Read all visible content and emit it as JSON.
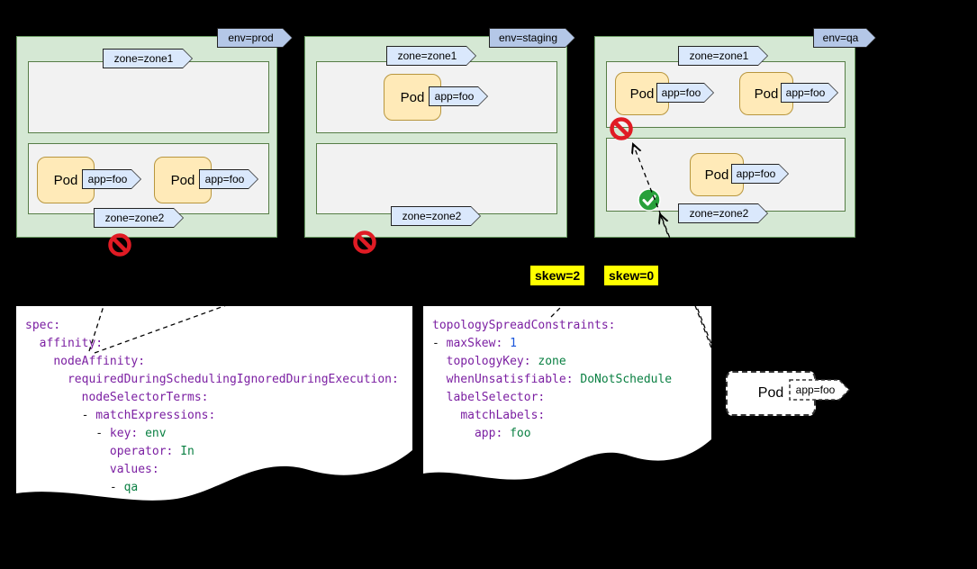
{
  "diagram": {
    "nodes": [
      {
        "env_label": "env=prod",
        "zones": [
          {
            "label": "zone=zone1",
            "pods": []
          },
          {
            "label": "zone=zone2",
            "pods": [
              {
                "name": "Pod",
                "app_label": "app=foo"
              },
              {
                "name": "Pod",
                "app_label": "app=foo"
              }
            ]
          }
        ],
        "verdict_icon": "prohibition-icon"
      },
      {
        "env_label": "env=staging",
        "zones": [
          {
            "label": "zone=zone1",
            "pods": [
              {
                "name": "Pod",
                "app_label": "app=foo"
              }
            ]
          },
          {
            "label": "zone=zone2",
            "pods": []
          }
        ],
        "verdict_icon": "prohibition-icon"
      },
      {
        "env_label": "env=qa",
        "zones": [
          {
            "label": "zone=zone1",
            "pods": [
              {
                "name": "Pod",
                "app_label": "app=foo"
              },
              {
                "name": "Pod",
                "app_label": "app=foo"
              }
            ],
            "verdict_icon": "prohibition-icon"
          },
          {
            "label": "zone=zone2",
            "pods": [
              {
                "name": "Pod",
                "app_label": "app=foo"
              }
            ],
            "verdict_icon": "check-icon"
          }
        ]
      }
    ],
    "skew_labels": [
      "skew=2",
      "skew=0"
    ],
    "pending_pod": {
      "name": "Pod",
      "app_label": "app=foo"
    }
  },
  "documents": [
    {
      "name": "node-affinity-yaml",
      "lines": [
        [
          [
            "k",
            "spec:"
          ]
        ],
        [
          [
            "p",
            "  "
          ],
          [
            "k",
            "affinity:"
          ]
        ],
        [
          [
            "p",
            "    "
          ],
          [
            "k",
            "nodeAffinity:"
          ]
        ],
        [
          [
            "p",
            "      "
          ],
          [
            "k",
            "requiredDuringSchedulingIgnoredDuringExecution:"
          ]
        ],
        [
          [
            "p",
            "        "
          ],
          [
            "k",
            "nodeSelectorTerms:"
          ]
        ],
        [
          [
            "p",
            "        - "
          ],
          [
            "k",
            "matchExpressions:"
          ]
        ],
        [
          [
            "p",
            "          - "
          ],
          [
            "k",
            "key:"
          ],
          [
            "p",
            " "
          ],
          [
            "v",
            "env"
          ]
        ],
        [
          [
            "p",
            "            "
          ],
          [
            "k",
            "operator:"
          ],
          [
            "p",
            " "
          ],
          [
            "v",
            "In"
          ]
        ],
        [
          [
            "p",
            "            "
          ],
          [
            "k",
            "values:"
          ]
        ],
        [
          [
            "p",
            "            - "
          ],
          [
            "v",
            "qa"
          ]
        ]
      ]
    },
    {
      "name": "topology-spread-yaml",
      "lines": [
        [
          [
            "k",
            "topologySpreadConstraints:"
          ]
        ],
        [
          [
            "p",
            "- "
          ],
          [
            "k",
            "maxSkew:"
          ],
          [
            "p",
            " "
          ],
          [
            "n",
            "1"
          ]
        ],
        [
          [
            "p",
            "  "
          ],
          [
            "k",
            "topologyKey:"
          ],
          [
            "p",
            " "
          ],
          [
            "v",
            "zone"
          ]
        ],
        [
          [
            "p",
            "  "
          ],
          [
            "k",
            "whenUnsatisfiable:"
          ],
          [
            "p",
            " "
          ],
          [
            "v",
            "DoNotSchedule"
          ]
        ],
        [
          [
            "p",
            "  "
          ],
          [
            "k",
            "labelSelector:"
          ]
        ],
        [
          [
            "p",
            "    "
          ],
          [
            "k",
            "matchLabels:"
          ]
        ],
        [
          [
            "p",
            "      "
          ],
          [
            "k",
            "app:"
          ],
          [
            "p",
            " "
          ],
          [
            "v",
            "foo"
          ]
        ]
      ]
    }
  ],
  "colors": {
    "node_fill": "#d5e8d4",
    "zone_fill": "#f2f2f2",
    "pod_fill": "#ffeab8",
    "tag_fill": "#dae8fc",
    "env_tag_fill": "#b4c7e7",
    "highlight": "#ffff00",
    "prohibit_red": "#e01b24",
    "check_green": "#27a03b"
  }
}
